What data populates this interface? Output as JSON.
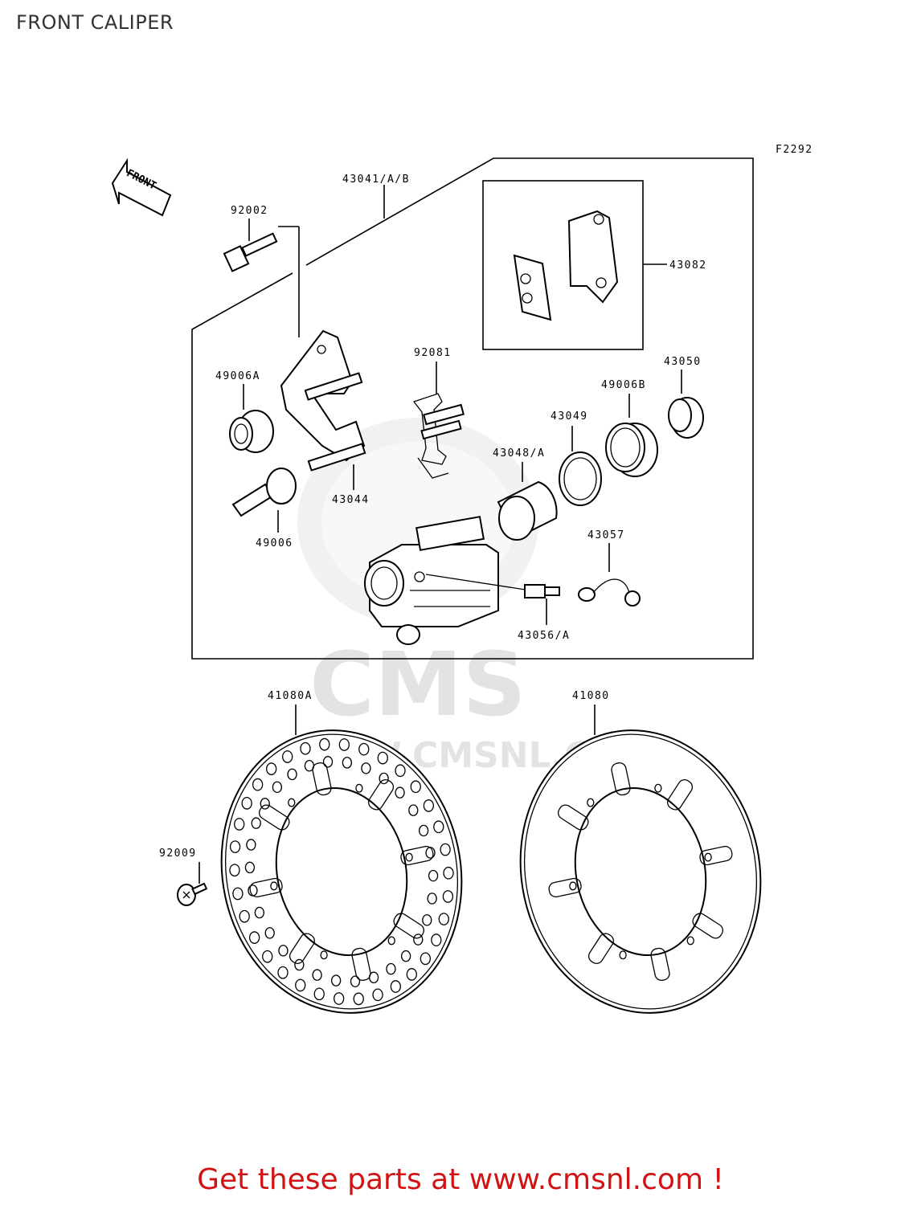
{
  "page_title": "FRONT CALIPER",
  "figure_code": "F2292",
  "front_arrow_label": "FRONT",
  "watermark": {
    "logo_text": "CMS",
    "url_text": "WWW.CMSNL.COM"
  },
  "part_labels": {
    "caliper_assembly": "43041/A/B",
    "bolt_top": "92002",
    "brake_pad_set": "43082",
    "spring_clip": "92081",
    "boot_small": "49006A",
    "holder": "43044",
    "pin": "49006",
    "seal_dust": "43050",
    "seal_piston": "49006B",
    "seal_ring": "43049",
    "piston": "43048/A",
    "bleeder_cap": "43057",
    "bleeder_valve": "43056/A",
    "disc_left": "41080A",
    "disc_right": "41080",
    "disc_screw": "92009"
  },
  "promo_text": "Get these parts at www.cmsnl.com !"
}
